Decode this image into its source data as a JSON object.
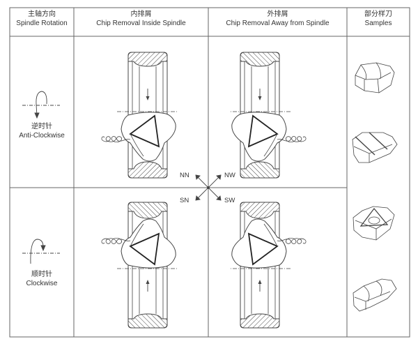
{
  "headers": [
    {
      "cn": "主轴方向",
      "en": "Spindle Rotation"
    },
    {
      "cn": "内排屑",
      "en": "Chip Removal Inside Spindle"
    },
    {
      "cn": "外排屑",
      "en": "Chip Removal Away from Spindle"
    },
    {
      "cn": "部分样刀",
      "en": "Samples"
    }
  ],
  "rows": [
    {
      "cn": "逆时针",
      "en": "Anti-Clockwise",
      "icon": "anticlockwise-rotation-icon"
    },
    {
      "cn": "顺时针",
      "en": "Clockwise",
      "icon": "clockwise-rotation-icon"
    }
  ],
  "compass": {
    "nn": "NN",
    "nw": "NW",
    "sn": "SN",
    "sw": "SW"
  },
  "colors": {
    "line": "#555555",
    "text": "#333333"
  }
}
